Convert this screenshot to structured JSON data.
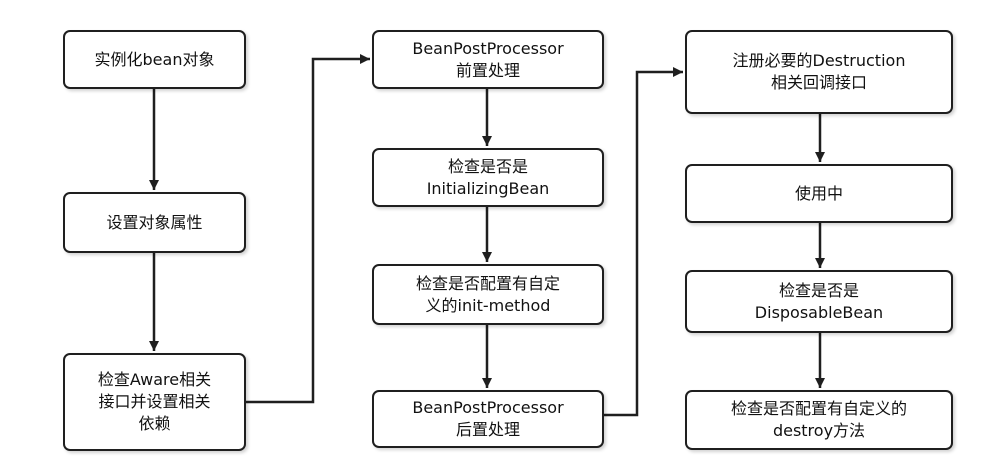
{
  "nodes": {
    "instantiate": "实例化bean对象",
    "set_props": "设置对象属性",
    "aware": "检查Aware相关\n接口并设置相关\n依赖",
    "bpp_before": "BeanPostProcessor\n前置处理",
    "initializing": "检查是否是\nInitializingBean",
    "init_method": "检查是否配置有自定\n义的init-method",
    "bpp_after": "BeanPostProcessor\n后置处理",
    "register_destruction": "注册必要的Destruction\n相关回调接口",
    "in_use": "使用中",
    "disposable": "检查是否是\nDisposableBean",
    "destroy_method": "检查是否配置有自定义的\ndestroy方法"
  }
}
